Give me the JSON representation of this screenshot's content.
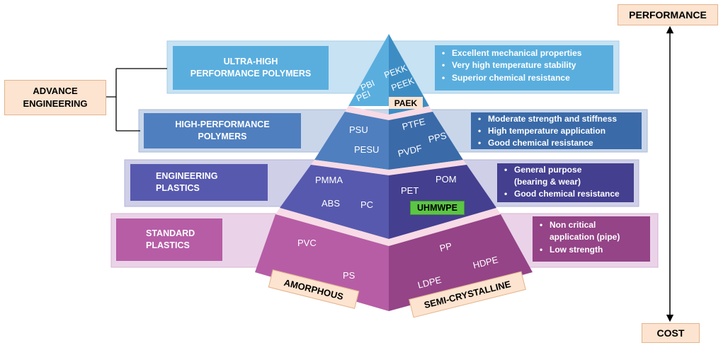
{
  "axis": {
    "top_label": "PERFORMANCE",
    "bottom_label": "COST"
  },
  "group_label": "ADVANCE\nENGINEERING",
  "tiers": {
    "ultra": {
      "name": "ULTRA-HIGH\nPERFORMANCE POLYMERS",
      "amorphous": [
        "PBI",
        "PEI"
      ],
      "semi_crystalline": [
        "PEKK",
        "PEEK"
      ],
      "highlight": "PAEK",
      "properties": [
        "Excellent mechanical properties",
        "Very high temperature stability",
        "Superior chemical resistance"
      ]
    },
    "high": {
      "name": "HIGH-PERFORMANCE\nPOLYMERS",
      "amorphous": [
        "PSU",
        "PESU"
      ],
      "semi_crystalline": [
        "PTFE",
        "PPS",
        "PVDF"
      ],
      "properties": [
        "Moderate strength and stiffness",
        "High temperature application",
        "Good chemical resistance"
      ]
    },
    "engineering": {
      "name": "ENGINEERING\nPLASTICS",
      "amorphous": [
        "PMMA",
        "ABS",
        "PC"
      ],
      "semi_crystalline": [
        "PET",
        "POM"
      ],
      "highlight": "UHMWPE",
      "properties": [
        "General purpose",
        "(bearing & wear)",
        "Good chemical resistance"
      ]
    },
    "standard": {
      "name": "STANDARD\nPLASTICS",
      "amorphous": [
        "PVC",
        "PS"
      ],
      "semi_crystalline": [
        "PP",
        "HDPE",
        "LDPE"
      ],
      "properties": [
        "Non critical",
        "application (pipe)",
        "Low strength"
      ]
    }
  },
  "base_labels": {
    "left": "AMORPHOUS",
    "right": "SEMI-CRYSTALLINE"
  },
  "colors": {
    "ultra_left": "#5aaede",
    "ultra_right": "#3d8dc4",
    "high_left": "#4f7fbf",
    "high_right": "#3a6aa8",
    "eng_left": "#5759ae",
    "eng_right": "#443f8f",
    "std_left": "#b65da6",
    "std_right": "#944487",
    "highlight_peach": "#fde4d0",
    "highlight_green": "#5cc545"
  }
}
